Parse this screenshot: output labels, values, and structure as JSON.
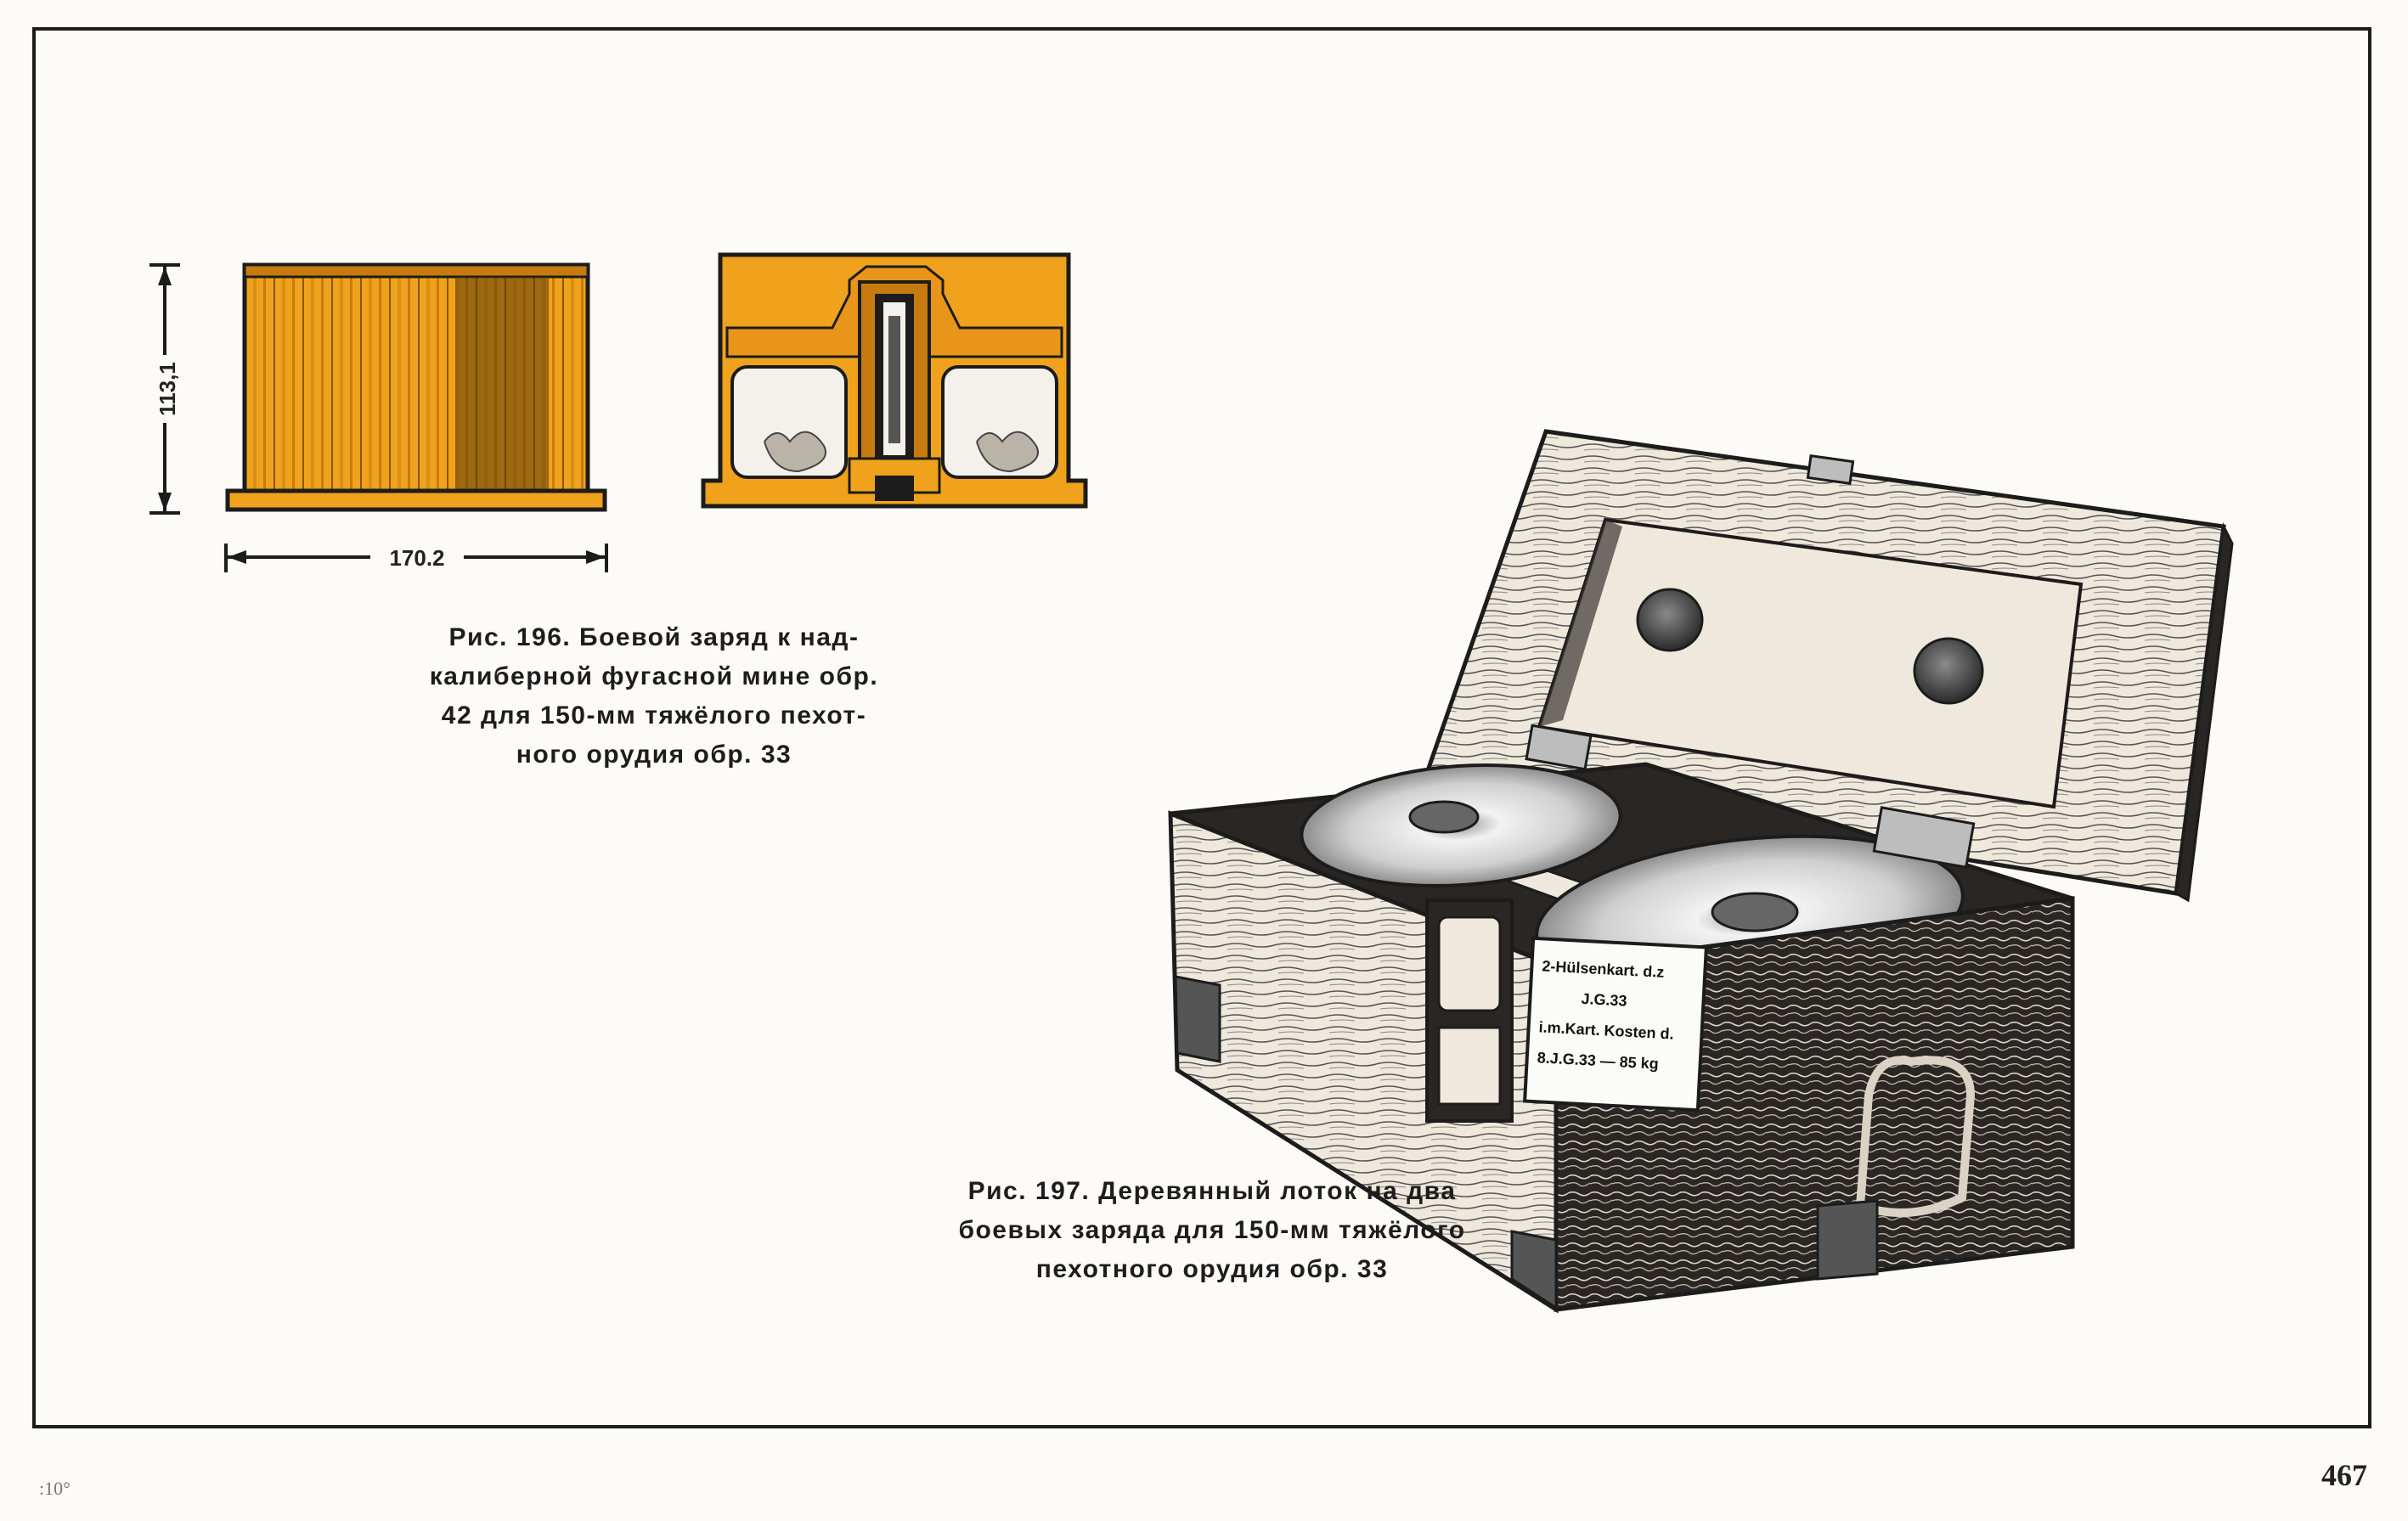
{
  "page": {
    "page_number": "467",
    "corner_mark": ":10°"
  },
  "figure196": {
    "dimension_height": "113,1",
    "dimension_width": "170.2",
    "caption_lines": [
      "Рис. 196. Боевой заряд к над-",
      "калиберной фугасной мине обр.",
      "42 для 150-мм тяжёлого пехот-",
      "ного орудия обр. 33"
    ]
  },
  "figure197": {
    "label_plate_lines": [
      "2-Hülsenkart. d.z",
      "J.G.33",
      "i.m.Kart. Kosten d.",
      "8.J.G.33 — 85 kg"
    ],
    "caption_lines": [
      "Рис. 197. Деревянный лоток на два",
      "боевых заряда для 150-мм тяжёлого",
      "пехотного орудия обр. 33"
    ]
  },
  "colors": {
    "charge_orange": "#f0a21c",
    "ink": "#1c1c1c",
    "wood_light": "#efe8dc",
    "wood_dark": "#3a3530",
    "metal_disc": "#d8d8d8"
  }
}
